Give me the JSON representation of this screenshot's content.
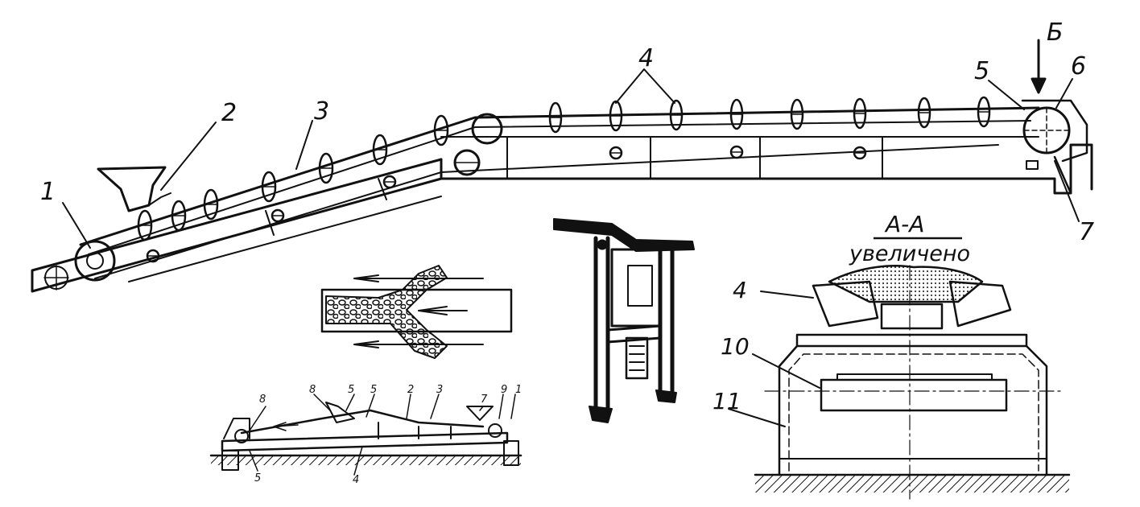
{
  "main_view": {
    "callouts": [
      "1",
      "2",
      "3",
      "4",
      "5",
      "6",
      "7"
    ],
    "direction_label": "Б"
  },
  "section_view": {
    "title": "А-А",
    "subtitle": "увеличено",
    "callouts": [
      "4",
      "10",
      "11"
    ]
  },
  "small_view": {
    "callouts": [
      "8",
      "5",
      "5",
      "2",
      "3",
      "7",
      "9",
      "1",
      "5",
      "4"
    ]
  },
  "colors": {
    "ink": "#111111",
    "paper": "#ffffff"
  }
}
